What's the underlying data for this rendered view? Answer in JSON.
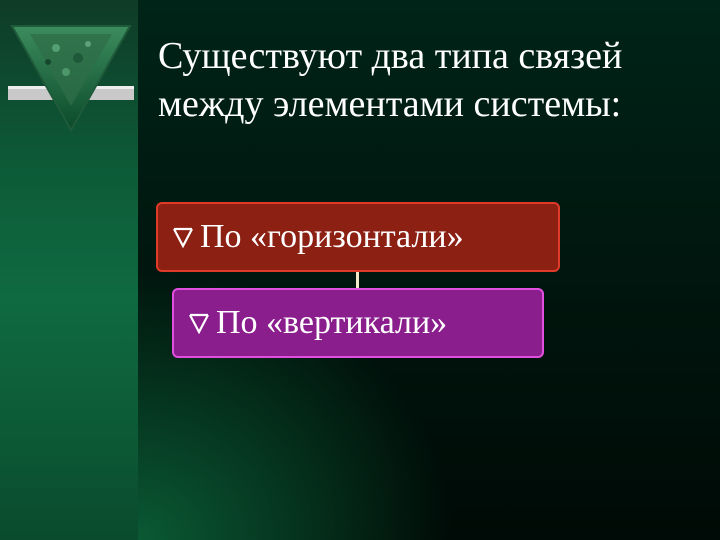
{
  "slide": {
    "title_line1": "Существуют два типа связей",
    "title_line2": "между элементами системы:",
    "items": [
      {
        "label": "По «горизонтали»"
      },
      {
        "label": "По «вертикали»"
      }
    ]
  },
  "colors": {
    "sidebar": "#0d5a37",
    "background": "#00160e",
    "horizontal_box": "#8b2013",
    "horizontal_border": "#e03a28",
    "vertical_box": "#8a1e8d",
    "vertical_border": "#e14fe0",
    "connector": "#f4e9c6"
  },
  "icons": {
    "logo": "green-triangle-emblem-icon",
    "bullet": "down-pointing-triangle-bullet-icon"
  }
}
